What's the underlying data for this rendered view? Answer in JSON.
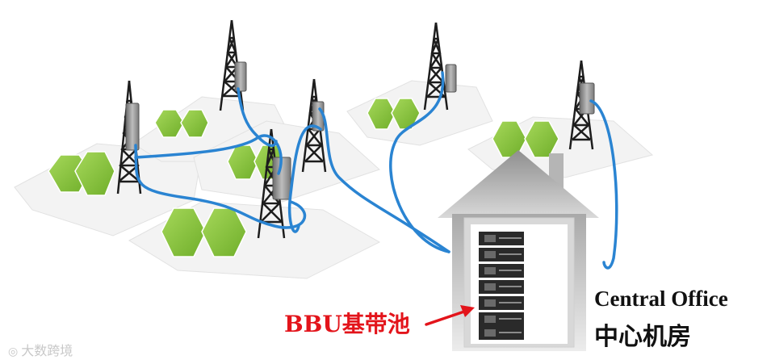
{
  "labels": {
    "bbu_pool": "BBU基带池",
    "central_office_en": "Central Office",
    "central_office_cn": "中心机房"
  },
  "watermark": {
    "icon": "logo-icon",
    "text": "大数跨境"
  },
  "colors": {
    "hexagon": "#8dc63f",
    "fiber": "#2a84d2",
    "building": "#9e9e9e",
    "arrow": "#e3141b",
    "ground": "#f4f4f4"
  }
}
